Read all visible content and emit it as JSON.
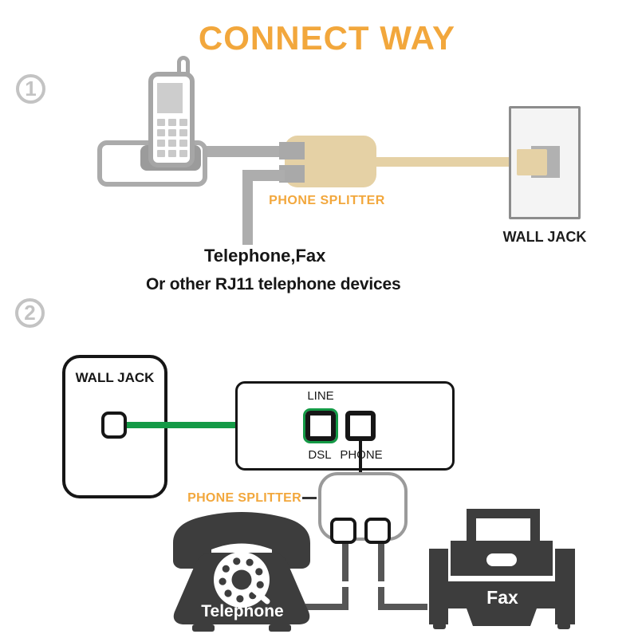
{
  "title": "CONNECT WAY",
  "palette": {
    "accent_orange": "#F2A73C",
    "cable_green": "#149A46",
    "splitter_beige": "#E5D1A5",
    "light_cable_gray": "#ADADAD",
    "icon_dark_gray": "#3D3D3D",
    "badge_gray": "#C3C3C3"
  },
  "step1": {
    "number": "1",
    "splitter_label": "PHONE SPLITTER",
    "wall_jack_label": "WALL JACK",
    "caption_line1": "Telephone,Fax",
    "caption_line2": "Or other RJ11 telephone devices"
  },
  "step2": {
    "number": "2",
    "wall_jack_label": "WALL JACK",
    "line_label": "LINE",
    "dsl_label": "DSL",
    "phone_label": "PHONE",
    "splitter_label": "PHONE SPLITTER",
    "telephone_label": "Telephone",
    "fax_label": "Fax"
  }
}
